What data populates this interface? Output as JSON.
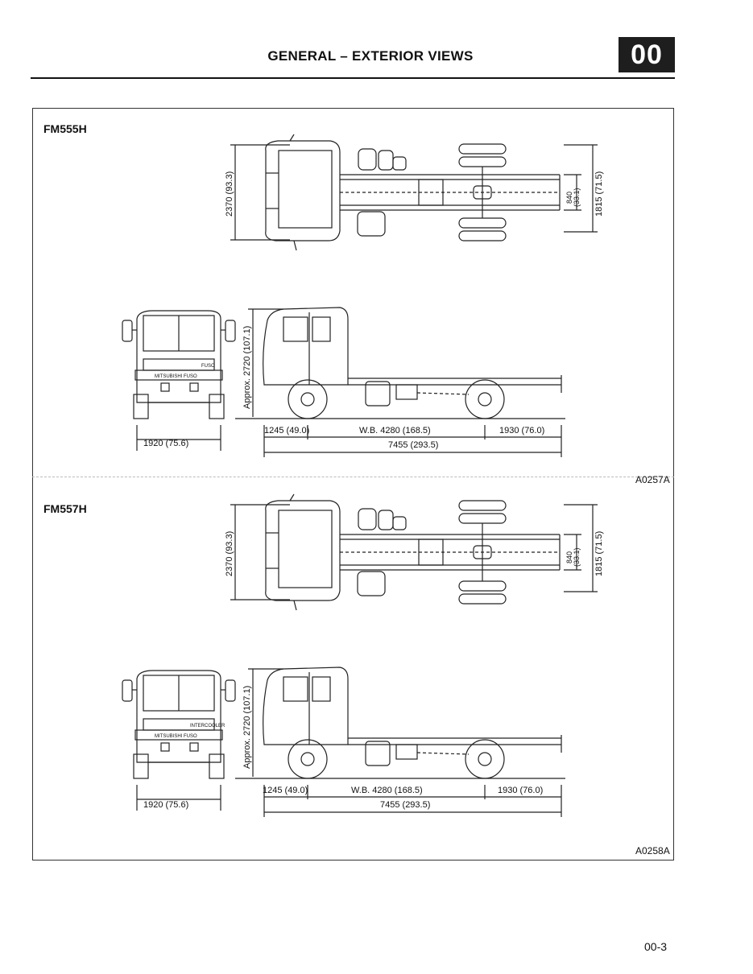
{
  "header": {
    "title": "GENERAL – EXTERIOR VIEWS",
    "section_code": "00"
  },
  "page_number": "00-3",
  "figures": [
    {
      "model": "FM555H",
      "figure_id": "A0257A",
      "top_view": {
        "overall_width_dim": "2370 (93.3)",
        "frame_width_dim_a": "840",
        "frame_width_dim_b": "(33.1)",
        "rear_width_dim": "1815 (71.5)"
      },
      "front_view": {
        "track_dim": "1920 (75.6)",
        "badge_top": "FUSO",
        "grille_text": "MITSUBISHI FUSO"
      },
      "side_view": {
        "height_dim": "Approx. 2720 (107.1)",
        "front_overhang_dim": "1245 (49.0)",
        "wheelbase_dim": "W.B. 4280 (168.5)",
        "rear_overhang_dim": "1930 (76.0)",
        "overall_length_dim": "7455 (293.5)"
      }
    },
    {
      "model": "FM557H",
      "figure_id": "A0258A",
      "top_view": {
        "overall_width_dim": "2370 (93.3)",
        "frame_width_dim_a": "840",
        "frame_width_dim_b": "(33.1)",
        "rear_width_dim": "1815 (71.5)"
      },
      "front_view": {
        "track_dim": "1920 (75.6)",
        "badge_top": "INTERCOOLER",
        "grille_text": "MITSUBISHI FUSO"
      },
      "side_view": {
        "height_dim": "Approx. 2720 (107.1)",
        "front_overhang_dim": "1245 (49.0)",
        "wheelbase_dim": "W.B. 4280 (168.5)",
        "rear_overhang_dim": "1930 (76.0)",
        "overall_length_dim": "7455 (293.5)"
      }
    }
  ]
}
